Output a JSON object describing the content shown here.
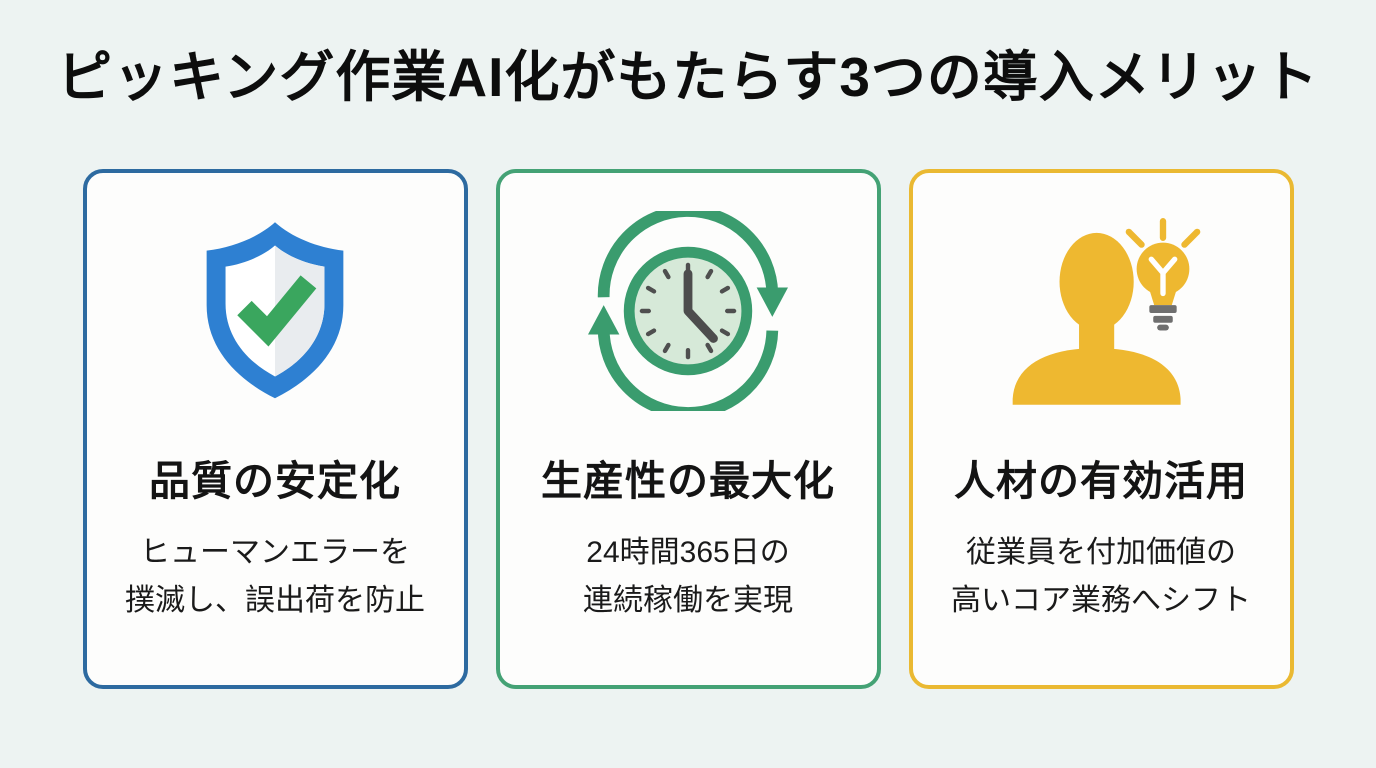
{
  "page": {
    "title": "ピッキング作業AI化がもたらす3つの導入メリット",
    "background_color": "#edf3f2"
  },
  "cards": [
    {
      "id": "quality",
      "icon": "shield-check-icon",
      "accent_color": "#2d6aa0",
      "title": "品質の安定化",
      "description": [
        "ヒューマンエラーを",
        "撲滅し、誤出荷を防止"
      ]
    },
    {
      "id": "productivity",
      "icon": "clock-cycle-icon",
      "accent_color": "#44a275",
      "title": "生産性の最大化",
      "description": [
        "24時間365日の",
        "連続稼働を実現"
      ]
    },
    {
      "id": "talent",
      "icon": "person-lightbulb-icon",
      "accent_color": "#eab932",
      "title": "人材の有効活用",
      "description": [
        "従業員を付加価値の",
        "高いコア業務へシフト"
      ]
    }
  ],
  "icon_colors": {
    "shield_blue": "#2e80d2",
    "shield_shade": "#e9ecef",
    "check_green": "#3aa65e",
    "clock_green": "#3a9c6e",
    "clock_face": "#d6e9d8",
    "clock_hands": "#4d4d4d",
    "person_yellow": "#eeb830",
    "bulb_base_gray": "#6f6f6f"
  }
}
